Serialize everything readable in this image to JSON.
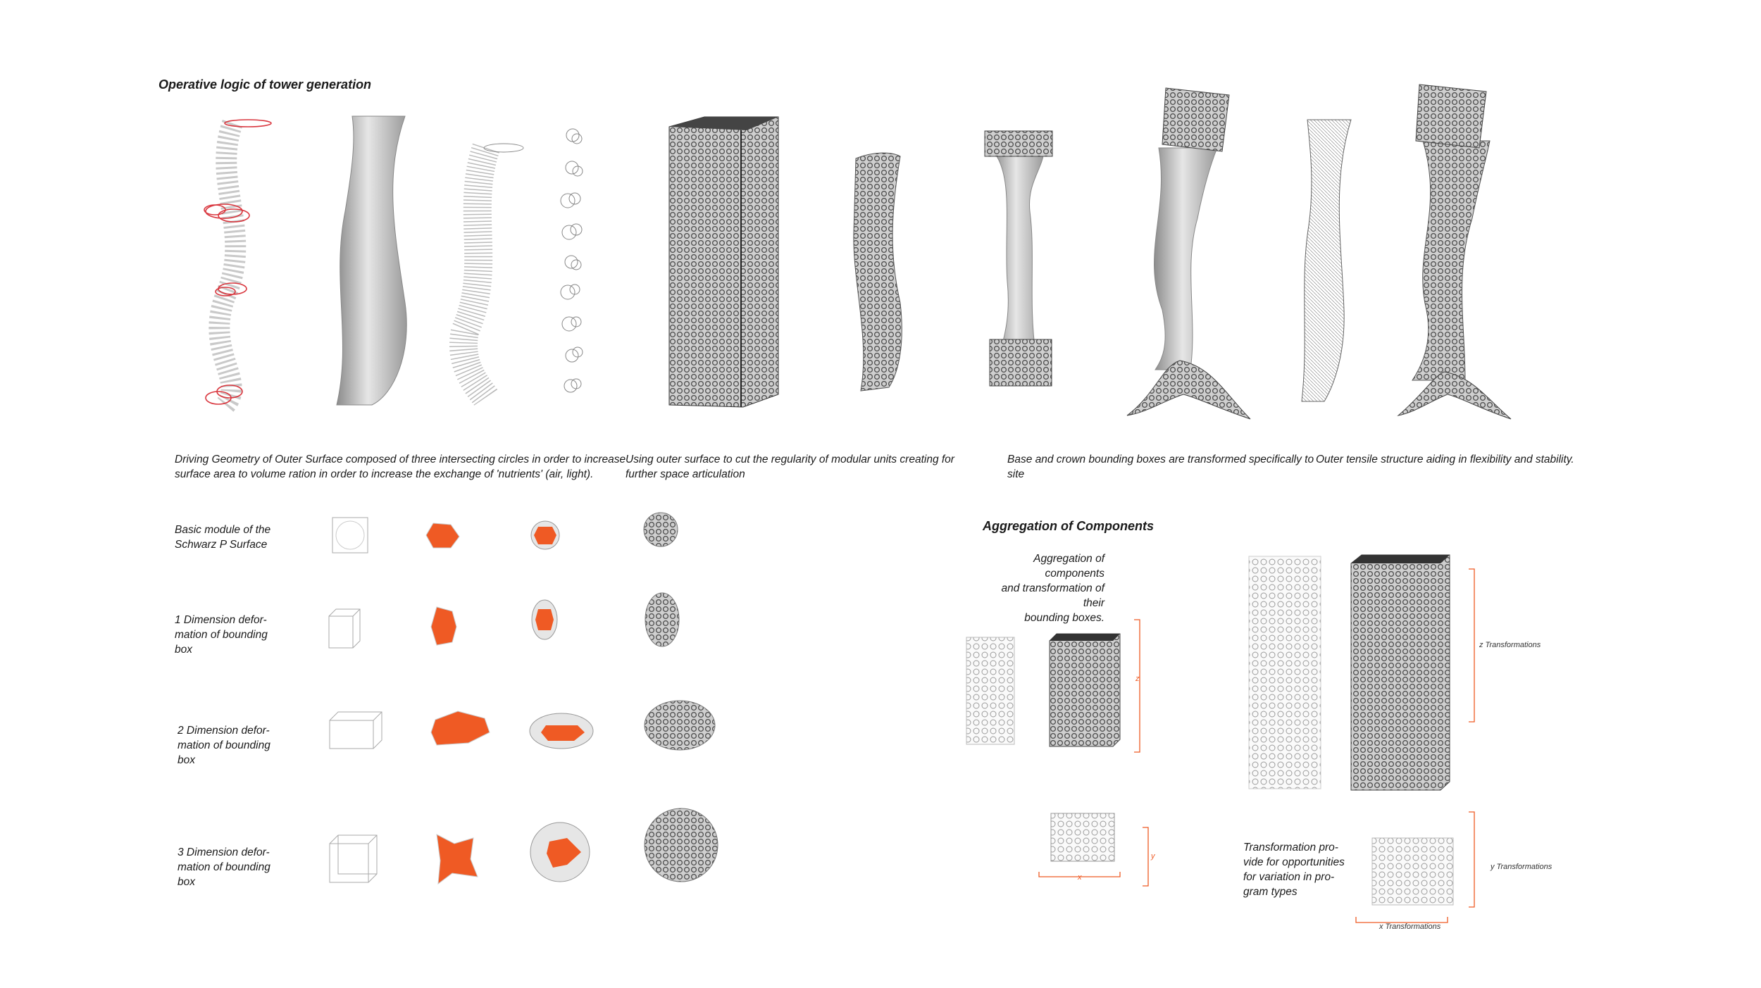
{
  "headings": {
    "main": "Operative  logic of tower generation",
    "aggregation": "Aggregation of Components"
  },
  "captions": {
    "c1_l1": "Driving Geometry of  Outer Surface composed of three intersecting circles in order to increase",
    "c1_l2": "surface area to volume ration in order to increase the exchange of 'nutrients' (air, light).",
    "c2_l1": "Using outer surface to cut the regularity of modular units creating for",
    "c2_l2": "further space articulation",
    "c3_l1": "Base and crown bounding boxes are transformed specifically to",
    "c3_l2": "site",
    "c4_l1": "Outer tensile structure aiding in flexibility and stability."
  },
  "rows": [
    {
      "l1": "Basic module of the",
      "l2": "Schwarz P Surface",
      "l3": ""
    },
    {
      "l1": "1 Dimension defor-",
      "l2": "mation of bounding",
      "l3": "box"
    },
    {
      "l1": "2 Dimension defor-",
      "l2": "mation of bounding",
      "l3": "box"
    },
    {
      "l1": "3 Dimension defor-",
      "l2": "mation of bounding",
      "l3": "box"
    }
  ],
  "aggregation": {
    "desc_l1": "Aggregation of components",
    "desc_l2": "and transformation of their",
    "desc_l3": "bounding boxes.",
    "note_l1": "Transformation pro-",
    "note_l2": "vide for opportunities",
    "note_l3": "for variation in pro-",
    "note_l4": "gram types",
    "z_label": "z Transformations",
    "y_label": "y Transformations",
    "x_label": "x Transformations",
    "axis_z": "z",
    "axis_y": "y",
    "axis_x": "x"
  },
  "colors": {
    "accent": "#ef5a24",
    "circle": "#d9363e",
    "line": "#555555"
  }
}
